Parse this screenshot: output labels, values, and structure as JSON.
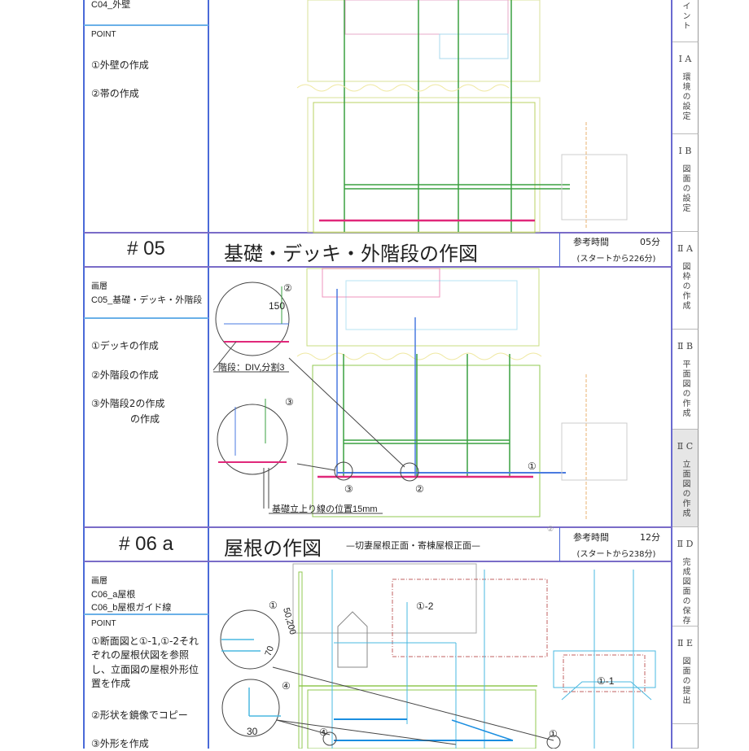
{
  "sections": [
    {
      "id": "04",
      "layer_value": "C04_外壁",
      "point_label": "POINT",
      "points": [
        "①外壁の作成",
        "②帯の作成"
      ]
    },
    {
      "id": "05",
      "number": "# 05",
      "title": "基礎・デッキ・外階段の作図",
      "time_label": "参考時間",
      "time_value": "05分",
      "time_note": "(スタートから226分)",
      "layer_label": "画層",
      "layer_value": "C05_基礎・デッキ・外階段",
      "points": [
        "①デッキの作成",
        "②外階段の作成",
        "③外階段2の作成",
        "の作成"
      ],
      "drawing_labels": {
        "c2": "②",
        "dim150": "150",
        "stairs": "階段：DIV,分割3",
        "c3": "③",
        "foundation": "基礎立上り線の位置15mm",
        "m3": "③",
        "m2": "②",
        "m1": "①"
      }
    },
    {
      "id": "06a",
      "number": "# 06 a",
      "title": "屋根の作図",
      "subtitle": "—切妻屋根正面・寄棟屋根正面—",
      "time_label": "参考時間",
      "time_value": "12分",
      "time_note": "(スタートから238分)",
      "layer_label": "画層",
      "layer_values": [
        "C06_a屋根",
        "C06_b屋根ガイド線"
      ],
      "point_label": "POINT",
      "points": [
        "①断面図と①-1,①-2それぞれの屋根伏図を参照し、立面図の屋根外形位置を作成",
        "②形状を鏡像でコピー",
        "③外形を作成"
      ],
      "drawing_labels": {
        "c1": "①",
        "dim50200": "50,200",
        "dim70": "70",
        "c4": "④",
        "dim30": "30",
        "r12": "①-2",
        "r11": "①-1",
        "m4": "④",
        "m1": "①",
        "corner": "②"
      }
    }
  ],
  "tabs": [
    {
      "code": "",
      "name": "イント"
    },
    {
      "code": "Ⅰ A",
      "name": "環境の設定"
    },
    {
      "code": "Ⅰ B",
      "name": "図面の設定"
    },
    {
      "code": "Ⅱ A",
      "name": "図枠の作成"
    },
    {
      "code": "Ⅱ B",
      "name": "平面図の作成"
    },
    {
      "code": "Ⅱ C",
      "name": "立面図の作成",
      "active": true
    },
    {
      "code": "Ⅱ D",
      "name": "完成図面の保存"
    },
    {
      "code": "Ⅱ E",
      "name": "図面の提出"
    },
    {
      "code": "",
      "name": ""
    }
  ],
  "colors": {
    "frame": "#4a6ad8",
    "active_tab": "#e6e6e6",
    "green": "#3aa040",
    "magenta": "#e0287a",
    "cyan": "#4ab8e0"
  }
}
